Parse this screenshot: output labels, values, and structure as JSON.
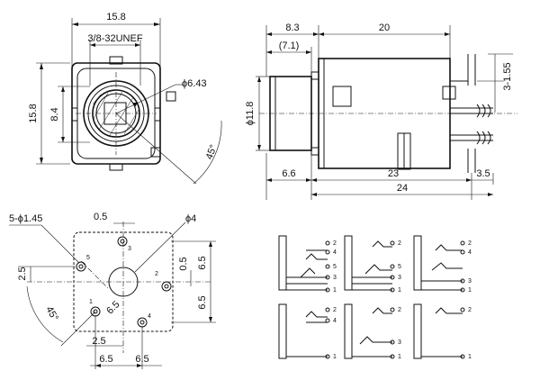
{
  "front_view": {
    "width": "15.8",
    "thread": "3/8-32UNEF",
    "height": "15.8",
    "inner_height": "8.4",
    "hole_diameter": "ϕ6.43",
    "angle": "45°"
  },
  "side_view": {
    "bushing_length": "8.3",
    "bushing_thread_length": "(7.1)",
    "body_length": "20",
    "bushing_diameter": "ϕ11.8",
    "terminal_pitch": "3-1.55",
    "flange": "6.6",
    "overall_body": "23",
    "terminal_offset": "3.5",
    "overall_length": "24"
  },
  "pcb_layout": {
    "pin_holes": "5-ϕ1.45",
    "top_offset": "0.5",
    "big_hole": "ϕ4",
    "left_offset": "2.5",
    "right_offset": "0.5",
    "vertical_upper": "6.5",
    "vertical_lower": "6.5",
    "diagonal": "6.5",
    "angle": "45°",
    "bottom_offset": "2.5",
    "horizontal_left": "6.5",
    "horizontal_right": "6.5",
    "pins": [
      "1",
      "2",
      "3",
      "4",
      "5"
    ]
  },
  "schematics": {
    "pins_five": [
      "2",
      "4",
      "5",
      "3",
      "1"
    ],
    "pins_four": [
      "2",
      "4",
      "3",
      "1"
    ],
    "pins_three": [
      "2",
      "3",
      "1"
    ],
    "pins_two": [
      "2",
      "1"
    ],
    "pins_two_b": [
      "3",
      "1"
    ]
  }
}
